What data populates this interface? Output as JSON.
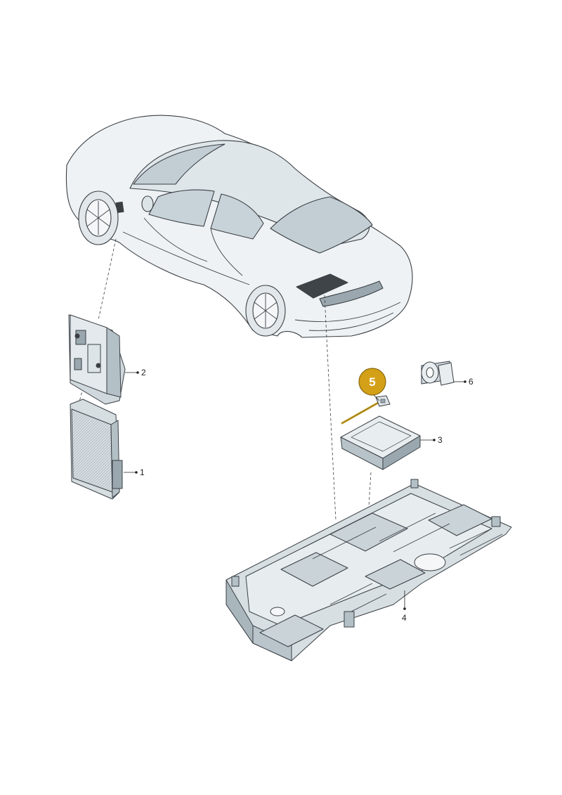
{
  "colors": {
    "line": "#3a3f44",
    "fill_light": "#e8edf0",
    "fill_mid": "#cfd8dd",
    "fill_dark": "#9aa7ae",
    "glass": "#b9c7ce",
    "highlight": "#d4a017",
    "highlight_stroke": "#8a6a10"
  },
  "labels": {
    "p1": "1",
    "p2": "2",
    "p3": "3",
    "p4": "4",
    "p5": "5",
    "p6": "6"
  },
  "icons": [
    "car-illustration",
    "control-unit-icon",
    "bracket-icon",
    "radar-module-icon",
    "tray-icon",
    "cable-icon",
    "tape-roll-icon"
  ]
}
